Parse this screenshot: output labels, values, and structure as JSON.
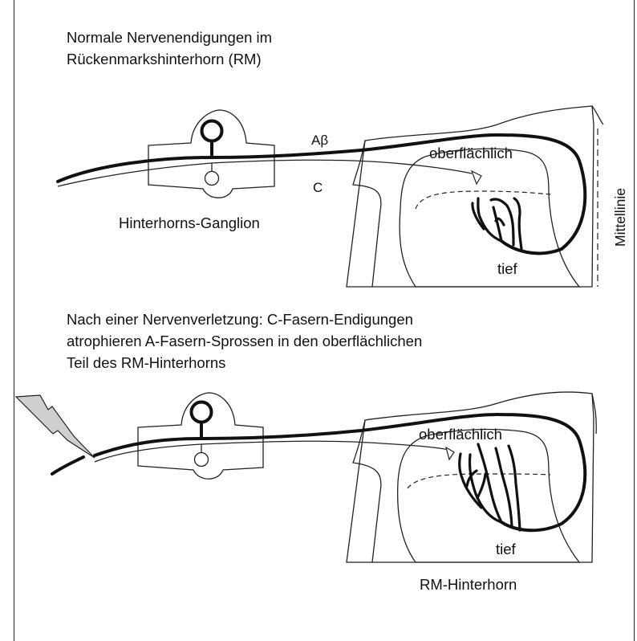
{
  "top_panel": {
    "caption_lines": [
      "Normale Nervenendigungen im",
      "Rückenmarkshinterhorn (RM)"
    ],
    "label_abeta": "Aβ",
    "label_c": "C",
    "label_ganglion": "Hinterhorns-Ganglion",
    "label_superficial": "oberflächlich",
    "label_deep": "tief",
    "label_midline": "Mittellinie"
  },
  "bottom_panel": {
    "caption_lines": [
      "Nach einer Nervenverletzung: C-Fasern-Endigungen",
      "atrophieren A-Fasern-Sprossen in den oberflächlichen",
      "Teil des RM-Hinterhorns"
    ],
    "label_superficial": "oberflächlich",
    "label_deep": "tief",
    "label_dorsal_horn": "RM-Hinterhorn"
  },
  "colors": {
    "grey_matter_fill": "#e7e4de",
    "stroke": "#111111"
  }
}
